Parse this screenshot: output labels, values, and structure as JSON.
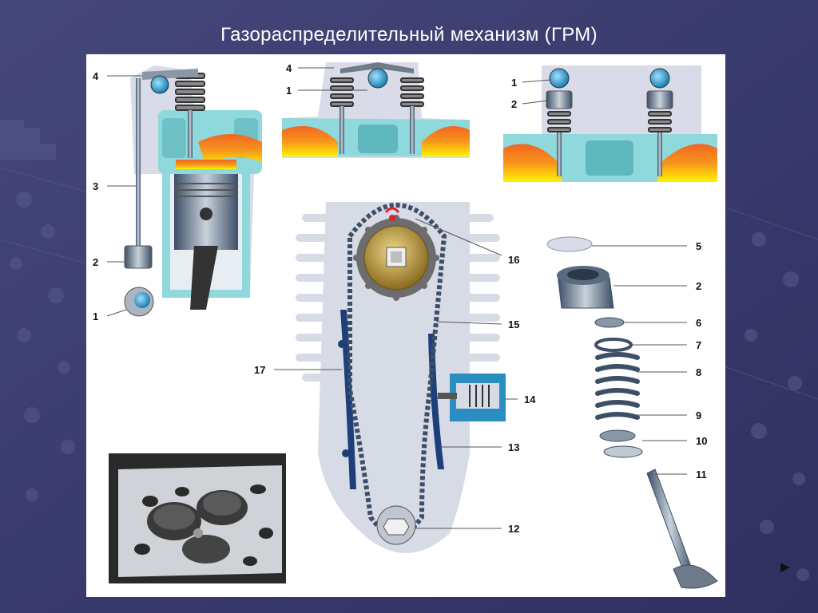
{
  "title": "Газораспределительный механизм (ГРМ)",
  "labels": {
    "pushrod": {
      "l4": "4",
      "l3": "3",
      "l2": "2",
      "l1": "1"
    },
    "ohv_head": {
      "l4": "4",
      "l1": "1"
    },
    "ohc_head": {
      "l1": "1",
      "l2": "2"
    },
    "chain": {
      "l16": "16",
      "l15": "15",
      "l17": "17",
      "l14": "14",
      "l13": "13",
      "l12": "12"
    },
    "valve": {
      "l5": "5",
      "l2": "2",
      "l6": "6",
      "l7": "7",
      "l8": "8",
      "l9": "9",
      "l10": "10",
      "l11": "11"
    }
  },
  "colors": {
    "background": "#3b3c6a",
    "coolant": "#7fd3d6",
    "combustion": "#f7941d",
    "chain_guide": "#1f3f7a",
    "sprocket": "#c9a24a"
  },
  "icons": {
    "next": "triangle-right-icon"
  }
}
